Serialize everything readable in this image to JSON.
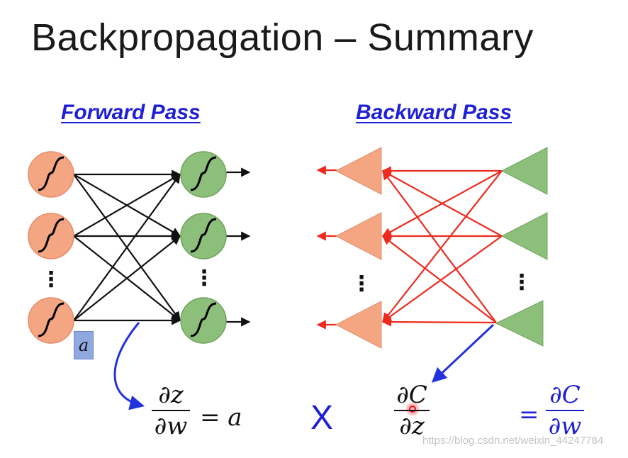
{
  "title": "Backpropagation – Summary",
  "forward": {
    "heading": "Forward Pass",
    "activation_label": "a"
  },
  "backward": {
    "heading": "Backward Pass"
  },
  "equations": {
    "dz": "∂z",
    "dw": "∂w",
    "equals_a": "= a",
    "times": "X",
    "dC": "∂C",
    "dz2": "∂z",
    "equals": "=",
    "dC2": "∂C",
    "dw2": "∂w"
  },
  "ellipsis": "⋮",
  "watermark": "https://blog.csdn.net/weixin_44247784",
  "colors": {
    "neuron_orange": "#f4a582",
    "neuron_green": "#8cbf7a",
    "forward_edge": "#111111",
    "backward_edge": "#ee2a1e",
    "arrow_blue": "#2233dd",
    "heading_blue": "#1f1fd6"
  },
  "icons": [
    "sigmoid-icon",
    "triangle-icon",
    "ellipsis-icon"
  ]
}
